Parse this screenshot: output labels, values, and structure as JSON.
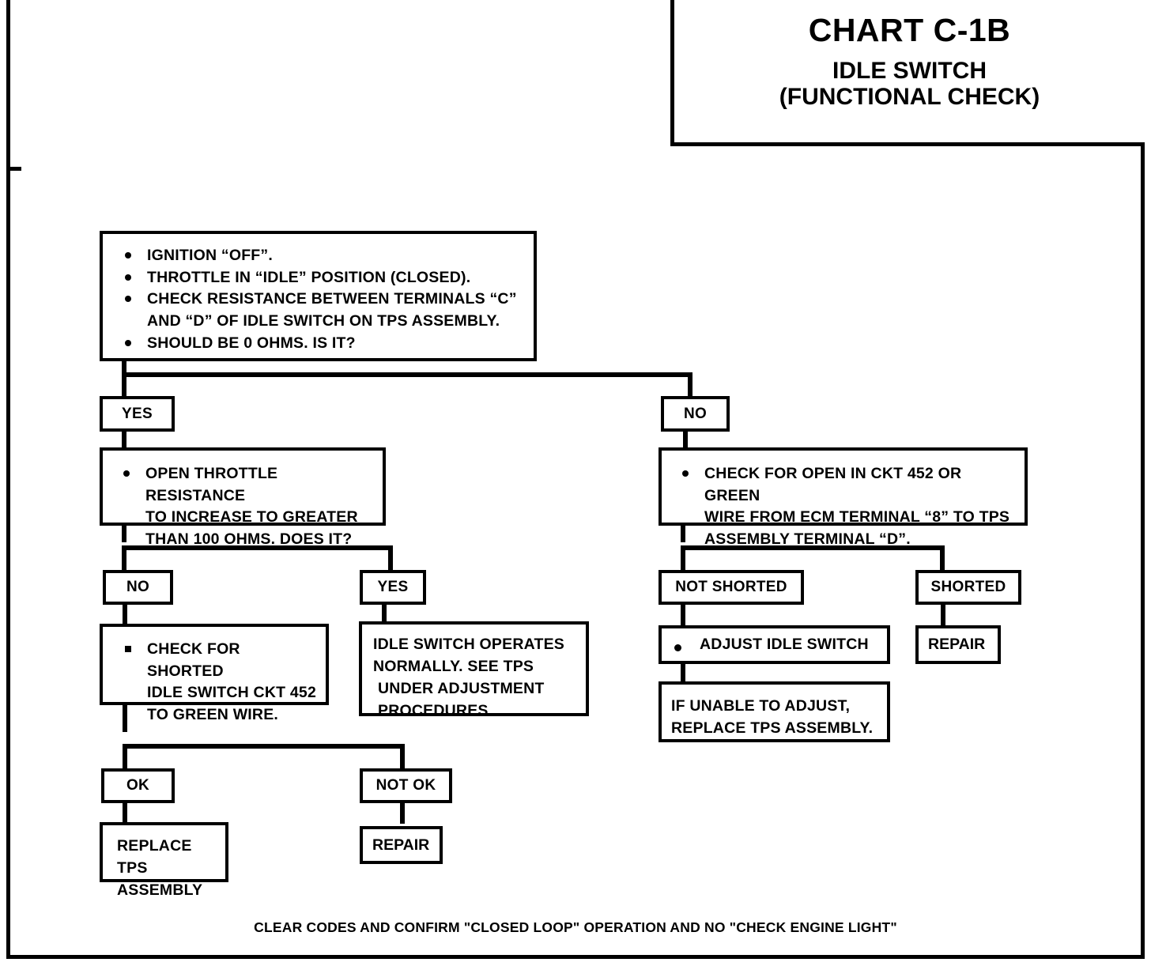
{
  "document": {
    "type": "automotive-diagnostic-flowchart",
    "chart_id": "CHART C-1B",
    "subtitle": "IDLE SWITCH",
    "subtitle2": "(FUNCTIONAL CHECK)"
  },
  "start": {
    "items": [
      "IGNITION “OFF”.",
      "THROTTLE IN “IDLE” POSITION (CLOSED).",
      "CHECK RESISTANCE BETWEEN TERMINALS “C”",
      "AND “D” OF IDLE SWITCH ON TPS ASSEMBLY.",
      "SHOULD BE 0 OHMS. IS IT?"
    ]
  },
  "branch1": {
    "yes_label": "YES",
    "no_label": "NO"
  },
  "yes_path": {
    "question": {
      "line1": "OPEN THROTTLE RESISTANCE",
      "line2": "TO INCREASE TO GREATER",
      "line3": "THAN 100 OHMS. DOES IT?"
    },
    "no_label": "NO",
    "yes_label": "YES",
    "no_action": {
      "line1": "CHECK FOR SHORTED",
      "line2": "IDLE SWITCH CKT 452",
      "line3": "TO GREEN WIRE."
    },
    "yes_result": {
      "line1": "IDLE SWITCH OPERATES",
      "line2": "NORMALLY.  SEE TPS",
      "line3": "UNDER ADJUSTMENT",
      "line4": "PROCEDURES"
    },
    "ok_label": "OK",
    "not_ok_label": "NOT OK",
    "ok_result": {
      "line1": "REPLACE TPS",
      "line2": "ASSEMBLY"
    },
    "not_ok_result": {
      "line1": "REPAIR"
    }
  },
  "no_path": {
    "action": {
      "line1": "CHECK FOR OPEN IN CKT 452 OR GREEN",
      "line2": "WIRE FROM ECM TERMINAL “8” TO TPS",
      "line3": "ASSEMBLY TERMINAL “D”."
    },
    "not_shorted_label": "NOT SHORTED",
    "shorted_label": "SHORTED",
    "not_shorted_action": {
      "line1": "ADJUST IDLE SWITCH"
    },
    "not_shorted_result": {
      "line1": "IF UNABLE TO ADJUST,",
      "line2": "REPLACE TPS ASSEMBLY."
    },
    "shorted_result": {
      "line1": "REPAIR"
    }
  },
  "footer": {
    "text": "CLEAR CODES AND CONFIRM \"CLOSED LOOP\" OPERATION AND NO  \"CHECK ENGINE LIGHT\""
  },
  "colors": {
    "ink": "#000000",
    "paper": "#ffffff"
  }
}
